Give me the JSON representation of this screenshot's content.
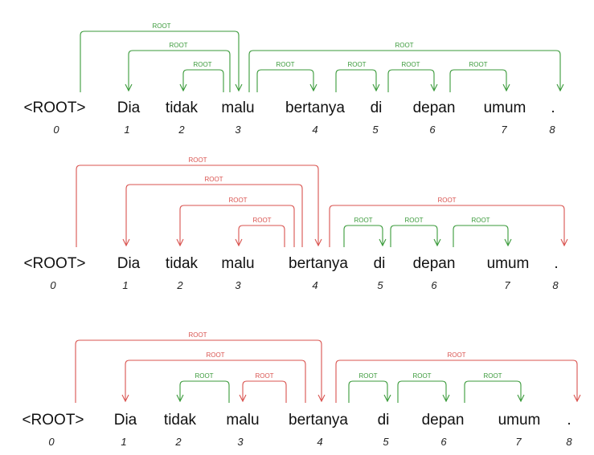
{
  "trees": [
    {
      "tokens": [
        "<ROOT>",
        "Dia",
        "tidak",
        "malu",
        "bertanya",
        "di",
        "depan",
        "umum",
        "."
      ],
      "indices": [
        "0",
        "1",
        "2",
        "3",
        "4",
        "5",
        "6",
        "7",
        "8"
      ],
      "arcs": [
        {
          "head": 0,
          "dep": 3,
          "label": "ROOT",
          "color": "#3a9a3a"
        },
        {
          "head": 3,
          "dep": 1,
          "label": "ROOT",
          "color": "#3a9a3a"
        },
        {
          "head": 3,
          "dep": 2,
          "label": "ROOT",
          "color": "#3a9a3a"
        },
        {
          "head": 3,
          "dep": 8,
          "label": "ROOT",
          "color": "#3a9a3a"
        },
        {
          "head": 3,
          "dep": 4,
          "label": "ROOT",
          "color": "#3a9a3a"
        },
        {
          "head": 4,
          "dep": 5,
          "label": "ROOT",
          "color": "#3a9a3a"
        },
        {
          "head": 5,
          "dep": 6,
          "label": "ROOT",
          "color": "#3a9a3a"
        },
        {
          "head": 6,
          "dep": 7,
          "label": "ROOT",
          "color": "#3a9a3a"
        }
      ]
    },
    {
      "tokens": [
        "<ROOT>",
        "Dia",
        "tidak",
        "malu",
        "bertanya",
        "di",
        "depan",
        "umum",
        "."
      ],
      "indices": [
        "0",
        "1",
        "2",
        "3",
        "4",
        "5",
        "6",
        "7",
        "8"
      ],
      "arcs": [
        {
          "head": 0,
          "dep": 4,
          "label": "ROOT",
          "color": "#d9534f"
        },
        {
          "head": 4,
          "dep": 1,
          "label": "ROOT",
          "color": "#d9534f"
        },
        {
          "head": 4,
          "dep": 2,
          "label": "ROOT",
          "color": "#d9534f"
        },
        {
          "head": 4,
          "dep": 3,
          "label": "ROOT",
          "color": "#d9534f"
        },
        {
          "head": 4,
          "dep": 8,
          "label": "ROOT",
          "color": "#d9534f"
        },
        {
          "head": 4,
          "dep": 5,
          "label": "ROOT",
          "color": "#3a9a3a"
        },
        {
          "head": 5,
          "dep": 6,
          "label": "ROOT",
          "color": "#3a9a3a"
        },
        {
          "head": 6,
          "dep": 7,
          "label": "ROOT",
          "color": "#3a9a3a"
        }
      ]
    },
    {
      "tokens": [
        "<ROOT>",
        "Dia",
        "tidak",
        "malu",
        "bertanya",
        "di",
        "depan",
        "umum",
        "."
      ],
      "indices": [
        "0",
        "1",
        "2",
        "3",
        "4",
        "5",
        "6",
        "7",
        "8"
      ],
      "arcs": [
        {
          "head": 0,
          "dep": 4,
          "label": "ROOT",
          "color": "#d9534f"
        },
        {
          "head": 4,
          "dep": 1,
          "label": "ROOT",
          "color": "#d9534f"
        },
        {
          "head": 3,
          "dep": 2,
          "label": "ROOT",
          "color": "#3a9a3a"
        },
        {
          "head": 4,
          "dep": 3,
          "label": "ROOT",
          "color": "#d9534f"
        },
        {
          "head": 4,
          "dep": 8,
          "label": "ROOT",
          "color": "#d9534f"
        },
        {
          "head": 4,
          "dep": 5,
          "label": "ROOT",
          "color": "#3a9a3a"
        },
        {
          "head": 5,
          "dep": 6,
          "label": "ROOT",
          "color": "#3a9a3a"
        },
        {
          "head": 6,
          "dep": 7,
          "label": "ROOT",
          "color": "#3a9a3a"
        }
      ]
    }
  ]
}
